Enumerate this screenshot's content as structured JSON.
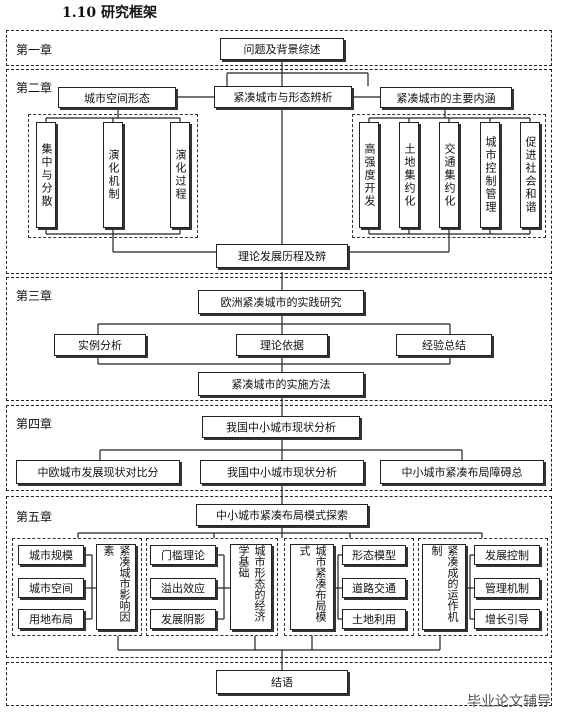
{
  "title": "1.10  研究框架",
  "chapters": {
    "c1": {
      "label": "第一章",
      "center": "问题及背景综述"
    },
    "c2": {
      "label": "第二章",
      "left": "城市空间形态",
      "center": "紧凑城市与形态辨析",
      "right": "紧凑城市的主要内涵",
      "left_items": [
        "集中与分散",
        "演化机制",
        "演化过程"
      ],
      "right_items": [
        "高强度开发",
        "土地集约化",
        "交通集约化",
        "城市控制管理",
        "促进社会和谐"
      ],
      "bottom": "理论发展历程及辨"
    },
    "c3": {
      "label": "第三章",
      "top": "欧洲紧凑城市的实践研究",
      "items": [
        "实例分析",
        "理论依据",
        "经验总结"
      ],
      "bottom": "紧凑城市的实施方法"
    },
    "c4": {
      "label": "第四章",
      "top": "我国中小城市现状分析",
      "items": [
        "中欧城市发展现状对比分",
        "我国中小城市现状分析",
        "中小城市紧凑布局障碍总"
      ]
    },
    "c5": {
      "label": "第五章",
      "top": "中小城市紧凑布局模式探索",
      "g1": {
        "items": [
          "城市规模",
          "城市空间",
          "用地布局"
        ],
        "side": "紧凑城市影响因素"
      },
      "g2": {
        "items": [
          "门槛理论",
          "溢出效应",
          "发展阴影"
        ],
        "side": "城市形态的经济学基础"
      },
      "g3": {
        "side": "城市紧凑布局模式",
        "items": [
          "形态模型",
          "道路交通",
          "土地利用"
        ]
      },
      "g4": {
        "side": "紧凑成的运作机制",
        "items": [
          "发展控制",
          "管理机制",
          "增长引导"
        ]
      }
    },
    "c6": {
      "label": "",
      "center": "结语"
    }
  },
  "watermark": "毕业论文辅导"
}
